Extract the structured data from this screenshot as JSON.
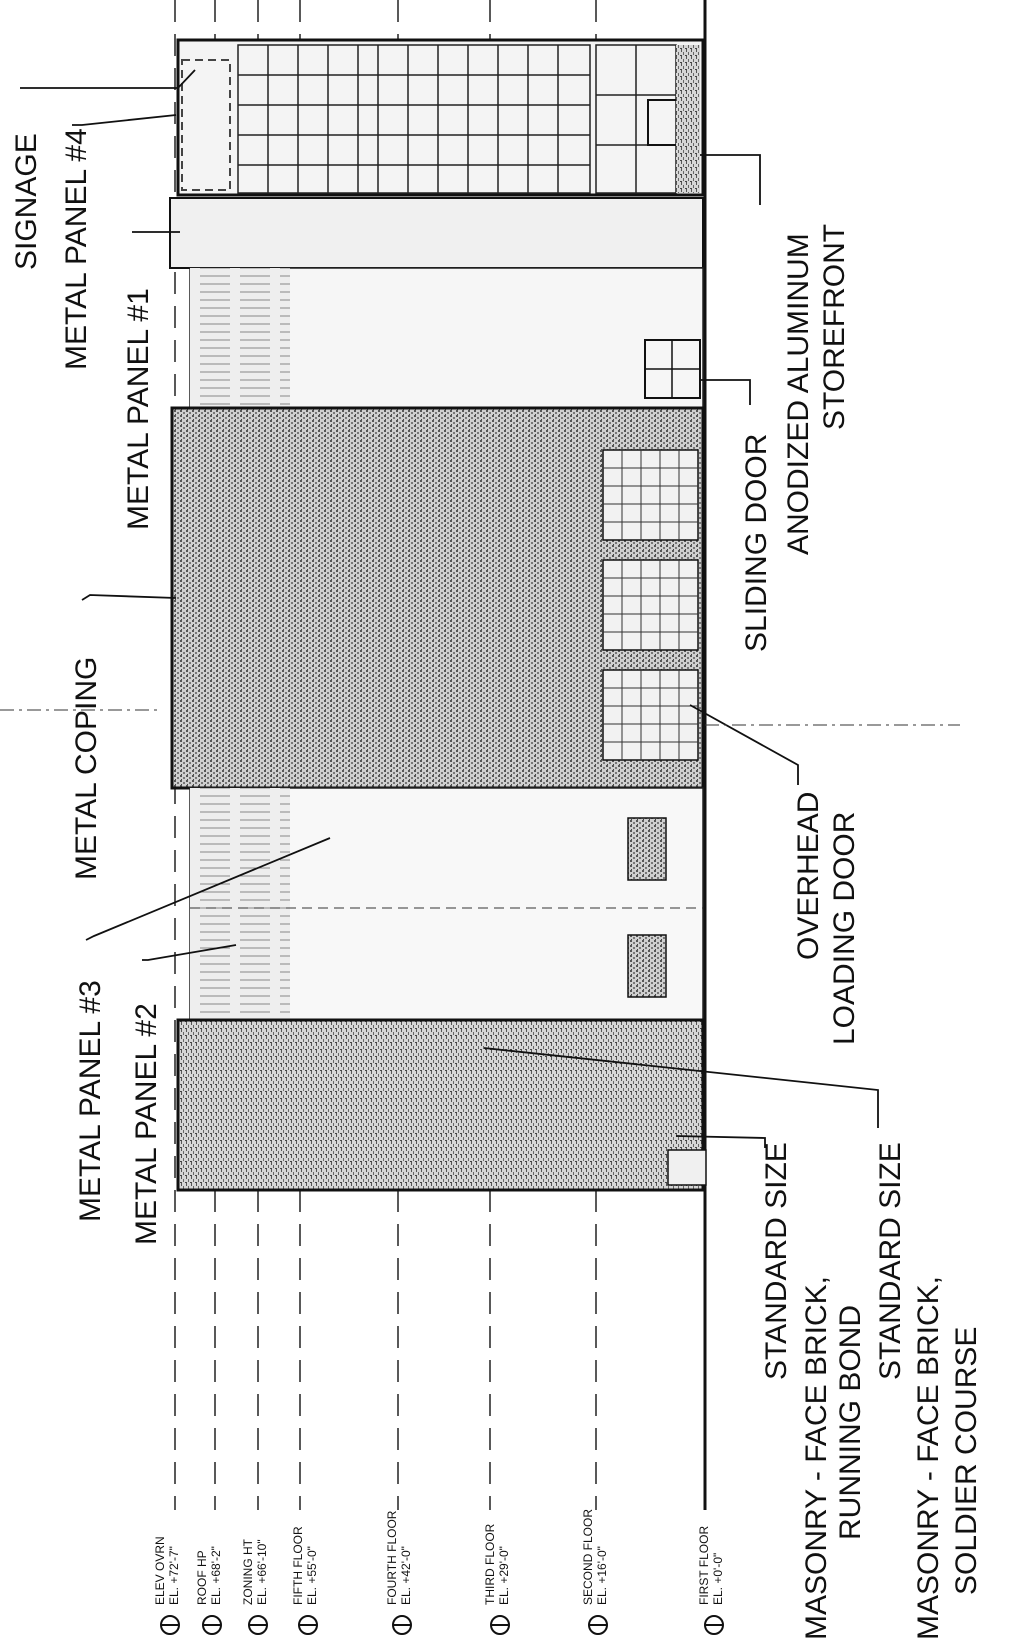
{
  "drawing": {
    "callouts": {
      "signage": "SIGNAGE",
      "metal_panel_4": "METAL PANEL #4",
      "metal_panel_1": "METAL PANEL #1",
      "metal_coping": "METAL COPING",
      "metal_panel_3": "METAL PANEL #3",
      "metal_panel_2": "METAL PANEL #2",
      "storefront_line1": "ANODIZED ALUMINUM",
      "storefront_line2": "STOREFRONT",
      "sliding_door": "SLIDING DOOR",
      "overhead_line1": "OVERHEAD",
      "overhead_line2": "LOADING DOOR",
      "running_line1": "STANDARD SIZE",
      "running_line2": "MASONRY - FACE BRICK,",
      "running_line3": "RUNNING BOND",
      "soldier_line1": "STANDARD SIZE",
      "soldier_line2": "MASONRY - FACE BRICK,",
      "soldier_line3": "SOLDIER COURSE"
    },
    "levels": [
      {
        "name": "ELEV OVRN",
        "elevation": "EL. +72'-7\""
      },
      {
        "name": "ROOF HP",
        "elevation": "EL. +68'-2\""
      },
      {
        "name": "ZONING HT",
        "elevation": "EL. +66'-10\""
      },
      {
        "name": "FIFTH FLOOR",
        "elevation": "EL. +55'-0\""
      },
      {
        "name": "FOURTH FLOOR",
        "elevation": "EL. +42'-0\""
      },
      {
        "name": "THIRD FLOOR",
        "elevation": "EL. +29'-0\""
      },
      {
        "name": "SECOND FLOOR",
        "elevation": "EL. +16'-0\""
      },
      {
        "name": "FIRST FLOOR",
        "elevation": "EL. +0'-0\""
      }
    ]
  }
}
